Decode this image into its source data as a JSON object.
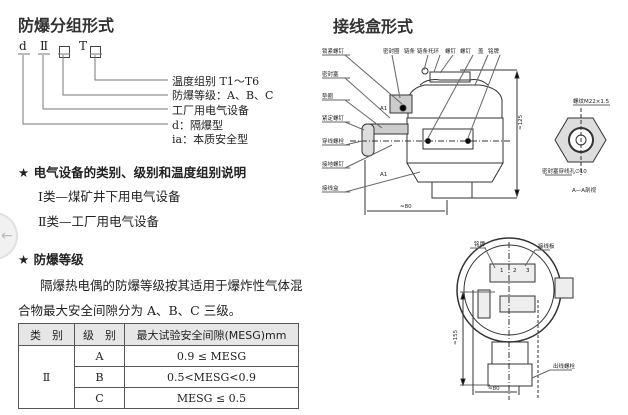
{
  "left": {
    "title": "防爆分组形式",
    "code": {
      "d": "d",
      "cls": "Ⅱ",
      "t": "T"
    },
    "code_labels": [
      "温度组别 T1～T6",
      "防爆等级：A、B、C",
      "工厂用电气设备",
      "d：隔爆型",
      "ia：本质安全型"
    ],
    "section1": {
      "heading": "电气设备的类别、级别和温度组别说明",
      "items": [
        "Ⅰ类—煤矿井下用电气设备",
        "Ⅱ类—工厂用电气设备"
      ]
    },
    "section2": {
      "heading": "防爆等级",
      "paragraph_line1": "隔爆热电偶的防爆等级按其适用于爆炸性气体混",
      "paragraph_line2": "合物最大安全间隙分为 A、B、C 三级。"
    },
    "table": {
      "headers": [
        "类　别",
        "级　别",
        "最大试验安全间隙(MESG)mm"
      ],
      "category": "Ⅱ",
      "rows": [
        {
          "level": "A",
          "mesg": "0.9 ≤ MESG"
        },
        {
          "level": "B",
          "mesg": "0.5<MESG<0.9"
        },
        {
          "level": "C",
          "mesg": "MESG ≤ 0.5"
        }
      ]
    }
  },
  "right": {
    "title": "接线盒形式",
    "fig1_labels": {
      "lock_screw": "锁紧螺钉",
      "seal_ring": "密封圈",
      "chain": "链条",
      "chain_ring": "链条托环",
      "screw1": "螺钉",
      "screw2": "螺钉",
      "cover": "盖",
      "nameplate": "铭牌",
      "seal_plug": "密封塞",
      "washer": "垫圈",
      "set_screw": "紧定螺钉",
      "thread_bolt": "穿线螺栓",
      "ground_screw": "接地螺钉",
      "box": "接线盒",
      "a1_top": "A1",
      "a1_bottom": "A1",
      "height": "≈125",
      "width": "≈80"
    },
    "section_labels": {
      "thread": "螺纹M22×1.5",
      "hole": "密封塞穿线孔∅10",
      "title": "A—A剖视"
    },
    "fig2_labels": {
      "nameplate": "铭牌",
      "terminal_board": "接线板",
      "height": "≈155",
      "width": "≈80",
      "outlet_bolt": "出线螺栓",
      "t1": "1",
      "t2": "2",
      "t3": "3"
    }
  }
}
